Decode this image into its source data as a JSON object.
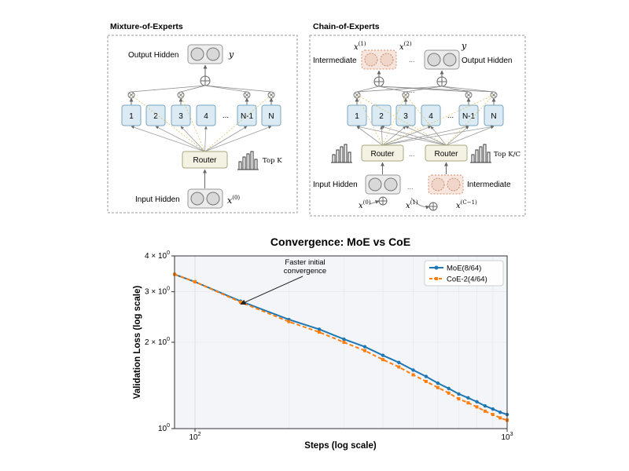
{
  "moe_panel": {
    "title": "Mixture-of-Experts",
    "output_label": "Output Hidden",
    "output_symbol": "y",
    "experts": [
      "1",
      "2",
      "3",
      "4",
      "...",
      "N-1",
      "N"
    ],
    "router_label": "Router",
    "topk_label": "Top K",
    "input_label": "Input Hidden",
    "input_symbol": "x",
    "input_superscript": "(0)"
  },
  "coe_panel": {
    "title": "Chain-of-Experts",
    "x1_symbol": "x",
    "x1_sup": "(1)",
    "x2_symbol": "x",
    "x2_sup": "(2)",
    "dots": "...",
    "y_symbol": "y",
    "intermediate_top_label": "Intermediate",
    "output_label": "Output Hidden",
    "experts": [
      "1",
      "2",
      "3",
      "4",
      "...",
      "N-1",
      "N"
    ],
    "router_label": "Router",
    "topkc_label": "Top K/C",
    "input_label": "Input Hidden",
    "intermediate_bottom_label": "Intermediate",
    "bottom_x0": "x",
    "bottom_x0_sup": "(0)",
    "bottom_x1": "x",
    "bottom_x1_sup": "(1)",
    "bottom_xc": "x",
    "bottom_xc_sup": "(C−1)"
  },
  "colors": {
    "expert_fill": "#dbeaf3",
    "expert_stroke": "#7aa6c2",
    "router_fill": "#f4f3e3",
    "router_stroke": "#a9a77f",
    "hidden_fill": "#ececec",
    "intermediate_fill": "#f6e6dd",
    "intermediate_stroke": "#d98a6a",
    "moe_line": "#1f77b4",
    "coe_line": "#ff7f0e",
    "plot_bg": "#f3f5f9"
  },
  "chart_data": {
    "type": "line",
    "title": "Convergence: MoE vs CoE",
    "xlabel": "Steps (log scale)",
    "ylabel": "Validation Loss (log scale)",
    "xscale": "log",
    "yscale": "log",
    "xlim": [
      86,
      1000
    ],
    "ylim": [
      1.0,
      4.0
    ],
    "x_ticks": [
      {
        "value": 100,
        "base": "10",
        "exp": "2"
      },
      {
        "value": 1000,
        "base": "10",
        "exp": "3"
      }
    ],
    "y_ticks": [
      {
        "value": 1.0,
        "label": "10",
        "exp": "0"
      },
      {
        "value": 2.0,
        "label": "2 × 10",
        "exp": "0"
      },
      {
        "value": 3.0,
        "label": "3 × 10",
        "exp": "0"
      },
      {
        "value": 4.0,
        "label": "4 × 10",
        "exp": "0"
      }
    ],
    "grid": true,
    "legend_position": "top-right",
    "annotation": {
      "text_lines": [
        "Faster initial",
        "convergence"
      ],
      "point_x": 140,
      "point_y": 2.75
    },
    "series": [
      {
        "name": "MoE(8/64)",
        "color": "#1f77b4",
        "dashed": false,
        "x": [
          86,
          100,
          140,
          200,
          250,
          300,
          350,
          400,
          450,
          500,
          550,
          600,
          650,
          700,
          750,
          800,
          850,
          900,
          950,
          1000
        ],
        "y": [
          3.45,
          3.25,
          2.78,
          2.4,
          2.22,
          2.05,
          1.93,
          1.8,
          1.7,
          1.6,
          1.52,
          1.44,
          1.38,
          1.32,
          1.28,
          1.24,
          1.2,
          1.17,
          1.14,
          1.12
        ]
      },
      {
        "name": "CoE-2(4/64)",
        "color": "#ff7f0e",
        "dashed": true,
        "x": [
          86,
          100,
          140,
          200,
          250,
          300,
          350,
          400,
          450,
          500,
          550,
          600,
          650,
          700,
          750,
          800,
          850,
          900,
          950,
          1000
        ],
        "y": [
          3.45,
          3.25,
          2.76,
          2.36,
          2.17,
          2.0,
          1.87,
          1.74,
          1.64,
          1.54,
          1.46,
          1.39,
          1.33,
          1.27,
          1.23,
          1.19,
          1.15,
          1.12,
          1.09,
          1.07
        ]
      }
    ]
  }
}
